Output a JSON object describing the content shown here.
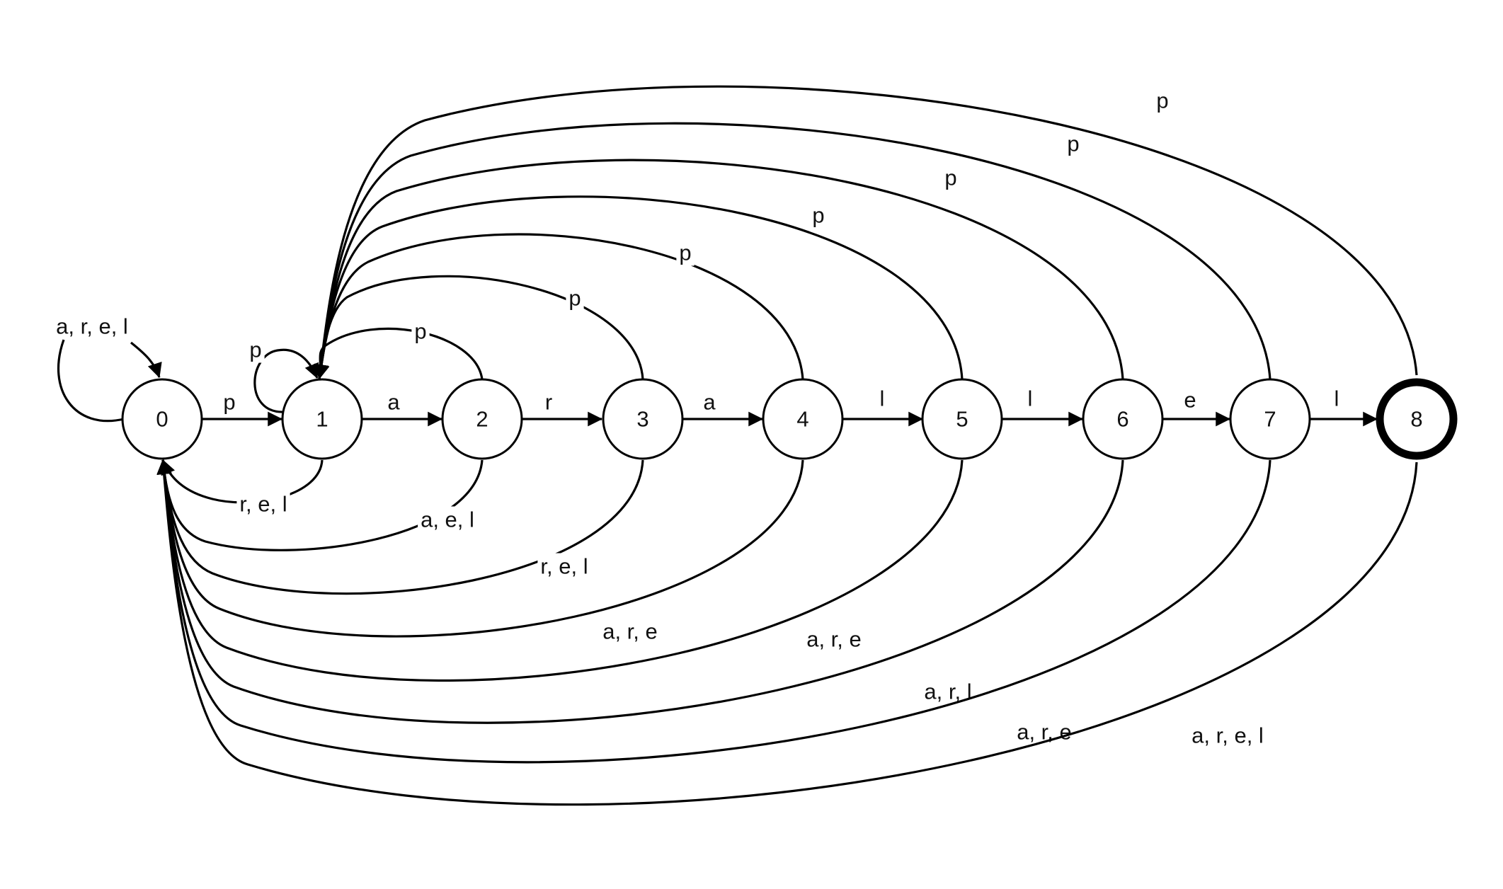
{
  "automaton": {
    "states": [
      {
        "id": "0",
        "label": "0",
        "accepting": false
      },
      {
        "id": "1",
        "label": "1",
        "accepting": false
      },
      {
        "id": "2",
        "label": "2",
        "accepting": false
      },
      {
        "id": "3",
        "label": "3",
        "accepting": false
      },
      {
        "id": "4",
        "label": "4",
        "accepting": false
      },
      {
        "id": "5",
        "label": "5",
        "accepting": false
      },
      {
        "id": "6",
        "label": "6",
        "accepting": false
      },
      {
        "id": "7",
        "label": "7",
        "accepting": false
      },
      {
        "id": "8",
        "label": "8",
        "accepting": true
      }
    ],
    "transitions": [
      {
        "id": "t-0-0",
        "from": "0",
        "to": "0",
        "label": "a, r, e, l"
      },
      {
        "id": "t-0-1",
        "from": "0",
        "to": "1",
        "label": "p"
      },
      {
        "id": "t-1-1",
        "from": "1",
        "to": "1",
        "label": "p"
      },
      {
        "id": "t-1-2",
        "from": "1",
        "to": "2",
        "label": "a"
      },
      {
        "id": "t-2-3",
        "from": "2",
        "to": "3",
        "label": "r"
      },
      {
        "id": "t-3-4",
        "from": "3",
        "to": "4",
        "label": "a"
      },
      {
        "id": "t-4-5",
        "from": "4",
        "to": "5",
        "label": "l"
      },
      {
        "id": "t-5-6",
        "from": "5",
        "to": "6",
        "label": "l"
      },
      {
        "id": "t-6-7",
        "from": "6",
        "to": "7",
        "label": "e"
      },
      {
        "id": "t-7-8",
        "from": "7",
        "to": "8",
        "label": "l"
      },
      {
        "id": "t-2-1",
        "from": "2",
        "to": "1",
        "label": "p"
      },
      {
        "id": "t-3-1",
        "from": "3",
        "to": "1",
        "label": "p"
      },
      {
        "id": "t-4-1",
        "from": "4",
        "to": "1",
        "label": "p"
      },
      {
        "id": "t-5-1",
        "from": "5",
        "to": "1",
        "label": "p"
      },
      {
        "id": "t-6-1",
        "from": "6",
        "to": "1",
        "label": "p"
      },
      {
        "id": "t-7-1",
        "from": "7",
        "to": "1",
        "label": "p"
      },
      {
        "id": "t-8-1",
        "from": "8",
        "to": "1",
        "label": "p"
      },
      {
        "id": "t-1-0",
        "from": "1",
        "to": "0",
        "label": "r, e, l"
      },
      {
        "id": "t-2-0",
        "from": "2",
        "to": "0",
        "label": "a, e, l"
      },
      {
        "id": "t-3-0",
        "from": "3",
        "to": "0",
        "label": "r, e, l"
      },
      {
        "id": "t-4-0",
        "from": "4",
        "to": "0",
        "label": "a, r, e"
      },
      {
        "id": "t-5-0",
        "from": "5",
        "to": "0",
        "label": "a, r, e"
      },
      {
        "id": "t-6-0",
        "from": "6",
        "to": "0",
        "label": "a, r, l"
      },
      {
        "id": "t-7-0",
        "from": "7",
        "to": "0",
        "label": "a, r, e"
      },
      {
        "id": "t-8-0",
        "from": "8",
        "to": "0",
        "label": "a, r, e, l"
      }
    ]
  }
}
